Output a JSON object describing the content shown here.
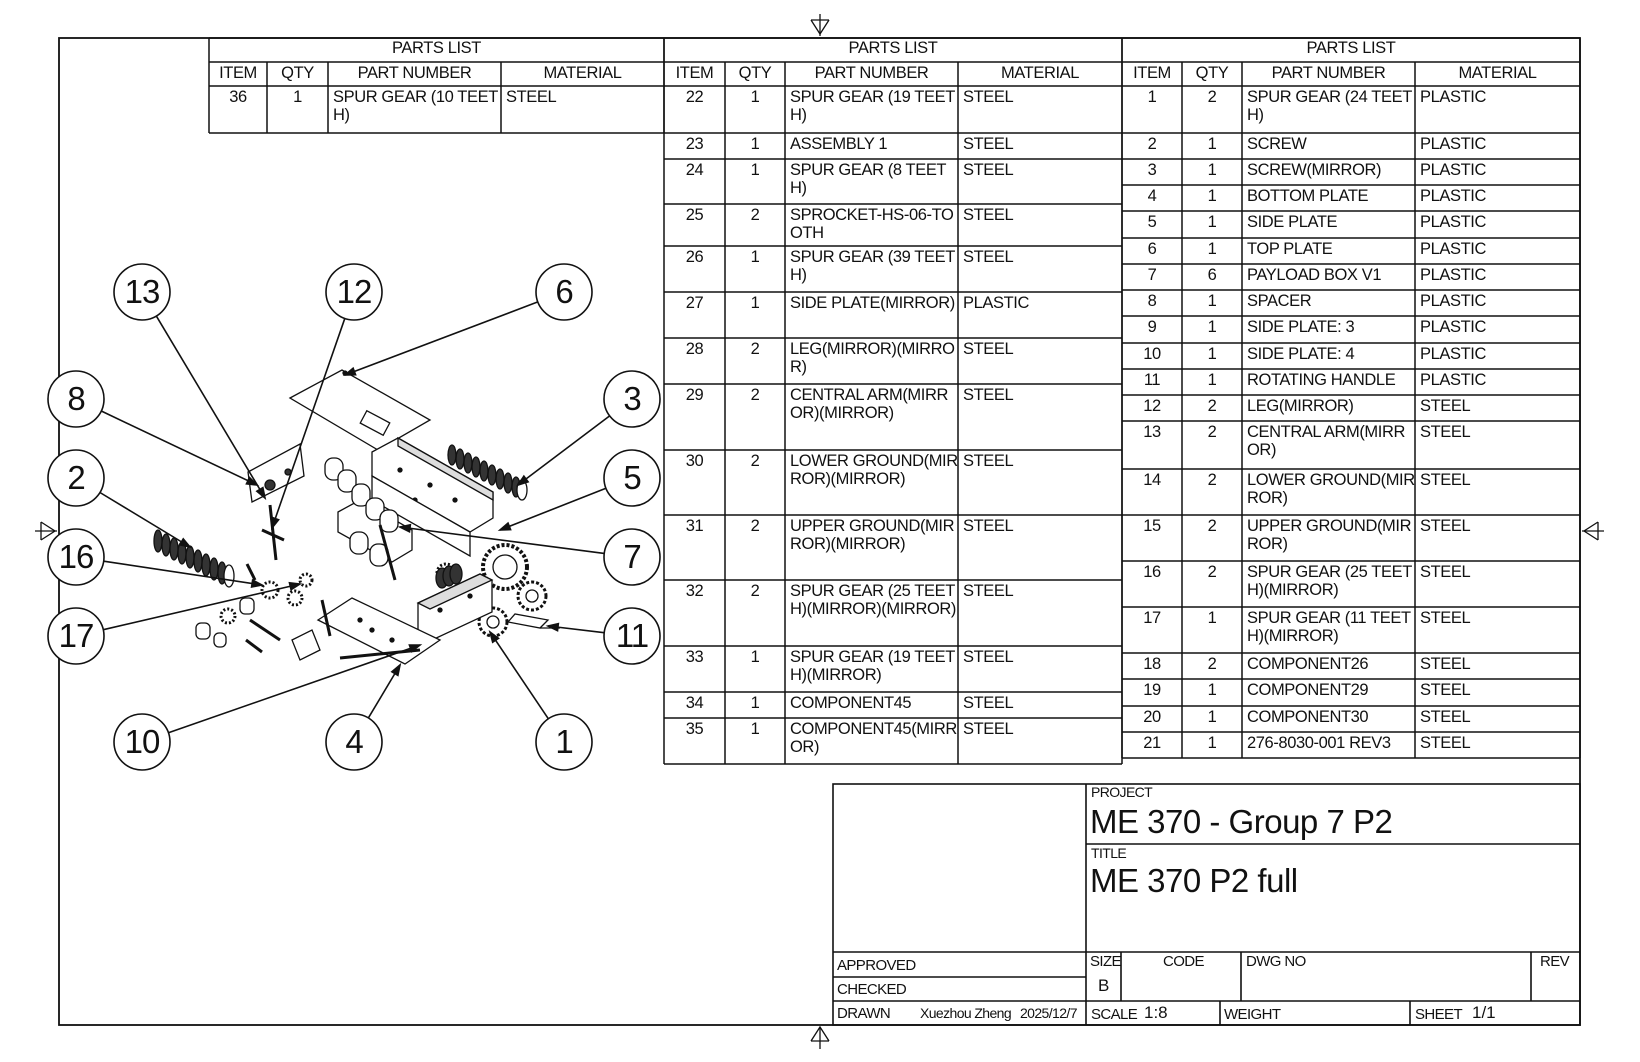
{
  "parts_lists": [
    {
      "title": "PARTS LIST",
      "headers": [
        "ITEM",
        "QTY",
        "PART NUMBER",
        "MATERIAL"
      ],
      "rows": [
        {
          "item": "36",
          "qty": "1",
          "part": "SPUR GEAR (10 TEETH)",
          "material": "STEEL"
        }
      ]
    },
    {
      "title": "PARTS LIST",
      "headers": [
        "ITEM",
        "QTY",
        "PART NUMBER",
        "MATERIAL"
      ],
      "rows": [
        {
          "item": "22",
          "qty": "1",
          "part": "SPUR GEAR (19 TEETH)",
          "material": "STEEL"
        },
        {
          "item": "23",
          "qty": "1",
          "part": "ASSEMBLY 1",
          "material": "STEEL"
        },
        {
          "item": "24",
          "qty": "1",
          "part": "SPUR GEAR (8 TEETH)",
          "material": "STEEL"
        },
        {
          "item": "25",
          "qty": "2",
          "part": "SPROCKET-HS-06-TOOTH",
          "material": "STEEL"
        },
        {
          "item": "26",
          "qty": "1",
          "part": "SPUR GEAR (39 TEETH)",
          "material": "STEEL"
        },
        {
          "item": "27",
          "qty": "1",
          "part": "SIDE PLATE(MIRROR)",
          "material": "PLASTIC"
        },
        {
          "item": "28",
          "qty": "2",
          "part": "LEG(MIRROR)(MIRROR)",
          "material": "STEEL"
        },
        {
          "item": "29",
          "qty": "2",
          "part": "CENTRAL ARM(MIRROR)(MIRROR)",
          "material": "STEEL"
        },
        {
          "item": "30",
          "qty": "2",
          "part": "LOWER GROUND(MIRROR)(MIRROR)",
          "material": "STEEL"
        },
        {
          "item": "31",
          "qty": "2",
          "part": "UPPER GROUND(MIRROR)(MIRROR)",
          "material": "STEEL"
        },
        {
          "item": "32",
          "qty": "2",
          "part": "SPUR GEAR (25 TEETH)(MIRROR)(MIRROR)",
          "material": "STEEL"
        },
        {
          "item": "33",
          "qty": "1",
          "part": "SPUR GEAR (19 TEETH)(MIRROR)",
          "material": "STEEL"
        },
        {
          "item": "34",
          "qty": "1",
          "part": "COMPONENT45",
          "material": "STEEL"
        },
        {
          "item": "35",
          "qty": "1",
          "part": "COMPONENT45(MIRROR)",
          "material": "STEEL"
        }
      ]
    },
    {
      "title": "PARTS LIST",
      "headers": [
        "ITEM",
        "QTY",
        "PART NUMBER",
        "MATERIAL"
      ],
      "rows": [
        {
          "item": "1",
          "qty": "2",
          "part": "SPUR GEAR (24 TEETH)",
          "material": "PLASTIC"
        },
        {
          "item": "2",
          "qty": "1",
          "part": "SCREW",
          "material": "PLASTIC"
        },
        {
          "item": "3",
          "qty": "1",
          "part": "SCREW(MIRROR)",
          "material": "PLASTIC"
        },
        {
          "item": "4",
          "qty": "1",
          "part": "BOTTOM PLATE",
          "material": "PLASTIC"
        },
        {
          "item": "5",
          "qty": "1",
          "part": "SIDE PLATE",
          "material": "PLASTIC"
        },
        {
          "item": "6",
          "qty": "1",
          "part": "TOP PLATE",
          "material": "PLASTIC"
        },
        {
          "item": "7",
          "qty": "6",
          "part": "PAYLOAD BOX V1",
          "material": "PLASTIC"
        },
        {
          "item": "8",
          "qty": "1",
          "part": "SPACER",
          "material": "PLASTIC"
        },
        {
          "item": "9",
          "qty": "1",
          "part": "SIDE PLATE: 3",
          "material": "PLASTIC"
        },
        {
          "item": "10",
          "qty": "1",
          "part": "SIDE PLATE: 4",
          "material": "PLASTIC"
        },
        {
          "item": "11",
          "qty": "1",
          "part": "ROTATING HANDLE",
          "material": "PLASTIC"
        },
        {
          "item": "12",
          "qty": "2",
          "part": "LEG(MIRROR)",
          "material": "STEEL"
        },
        {
          "item": "13",
          "qty": "2",
          "part": "CENTRAL ARM(MIRROR)",
          "material": "STEEL"
        },
        {
          "item": "14",
          "qty": "2",
          "part": "LOWER GROUND(MIRROR)",
          "material": "STEEL"
        },
        {
          "item": "15",
          "qty": "2",
          "part": "UPPER GROUND(MIRROR)",
          "material": "STEEL"
        },
        {
          "item": "16",
          "qty": "2",
          "part": "SPUR GEAR (25 TEETH)(MIRROR)",
          "material": "STEEL"
        },
        {
          "item": "17",
          "qty": "1",
          "part": "SPUR GEAR (11 TEETH)(MIRROR)",
          "material": "STEEL"
        },
        {
          "item": "18",
          "qty": "2",
          "part": "COMPONENT26",
          "material": "STEEL"
        },
        {
          "item": "19",
          "qty": "1",
          "part": "COMPONENT29",
          "material": "STEEL"
        },
        {
          "item": "20",
          "qty": "1",
          "part": "COMPONENT30",
          "material": "STEEL"
        },
        {
          "item": "21",
          "qty": "1",
          "part": "276-8030-001 REV3",
          "material": "STEEL"
        }
      ]
    }
  ],
  "balloons": [
    "13",
    "12",
    "6",
    "8",
    "3",
    "2",
    "5",
    "16",
    "7",
    "17",
    "11",
    "10",
    "4",
    "1"
  ],
  "title_block": {
    "project_label": "PROJECT",
    "project": "ME 370 - Group 7 P2",
    "title_label": "TITLE",
    "title": "ME 370 P2 full",
    "approved_label": "APPROVED",
    "checked_label": "CHECKED",
    "drawn_label": "DRAWN",
    "drawn_by": "Xuezhou Zheng",
    "drawn_date": "2025/12/7",
    "size_label": "SIZE",
    "size": "B",
    "code_label": "CODE",
    "dwg_no_label": "DWG NO",
    "rev_label": "REV",
    "scale_label": "SCALE",
    "scale": "1:8",
    "weight_label": "WEIGHT",
    "sheet_label": "SHEET",
    "sheet": "1/1"
  }
}
